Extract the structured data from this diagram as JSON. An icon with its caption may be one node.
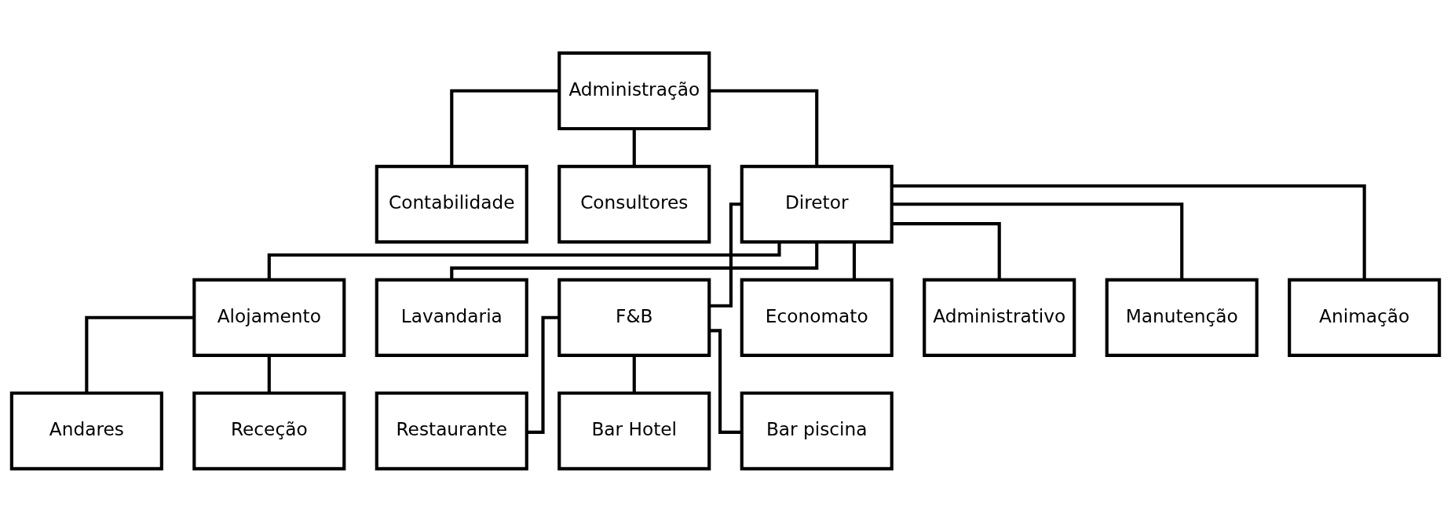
{
  "diagram": {
    "nodes": [
      {
        "text": [
          "Administração"
        ]
      },
      {
        "text": [
          "Contabilidade"
        ]
      },
      {
        "text": [
          "Consultores"
        ]
      },
      {
        "text": [
          "Diretor"
        ]
      },
      {
        "text": [
          "Alojamento"
        ]
      },
      {
        "text": [
          "Lavandaria"
        ]
      },
      {
        "text": [
          "F&B"
        ]
      },
      {
        "text": [
          "Economato"
        ]
      },
      {
        "text": [
          "Administrativo"
        ]
      },
      {
        "text": [
          "Manutenção"
        ]
      },
      {
        "text": [
          "Animação"
        ]
      },
      {
        "text": [
          "Andares"
        ]
      },
      {
        "text": [
          "Receção"
        ]
      },
      {
        "text": [
          "Restaurante"
        ]
      },
      {
        "text": [
          "Bar Hotel"
        ]
      },
      {
        "text": [
          "Bar piscina"
        ]
      }
    ],
    "edges": [
      {
        "from": 0,
        "to": 1,
        "arrow": "none"
      },
      {
        "from": 0,
        "to": 2,
        "arrow": "none"
      },
      {
        "from": 0,
        "to": 3,
        "arrow": "none"
      },
      {
        "from": 3,
        "to": 4,
        "arrow": "none"
      },
      {
        "from": 3,
        "to": 5,
        "arrow": "none"
      },
      {
        "from": 3,
        "to": 6,
        "arrow": "none"
      },
      {
        "from": 3,
        "to": 7,
        "arrow": "none"
      },
      {
        "from": 3,
        "to": 8,
        "arrow": "none"
      },
      {
        "from": 3,
        "to": 9,
        "arrow": "none"
      },
      {
        "from": 3,
        "to": 10,
        "arrow": "none"
      },
      {
        "from": 4,
        "to": 11,
        "arrow": "none"
      },
      {
        "from": 4,
        "to": 12,
        "arrow": "none"
      },
      {
        "from": 6,
        "to": 13,
        "arrow": "none"
      },
      {
        "from": 6,
        "to": 14,
        "arrow": "none"
      },
      {
        "from": 6,
        "to": 15,
        "arrow": "none"
      }
    ]
  }
}
